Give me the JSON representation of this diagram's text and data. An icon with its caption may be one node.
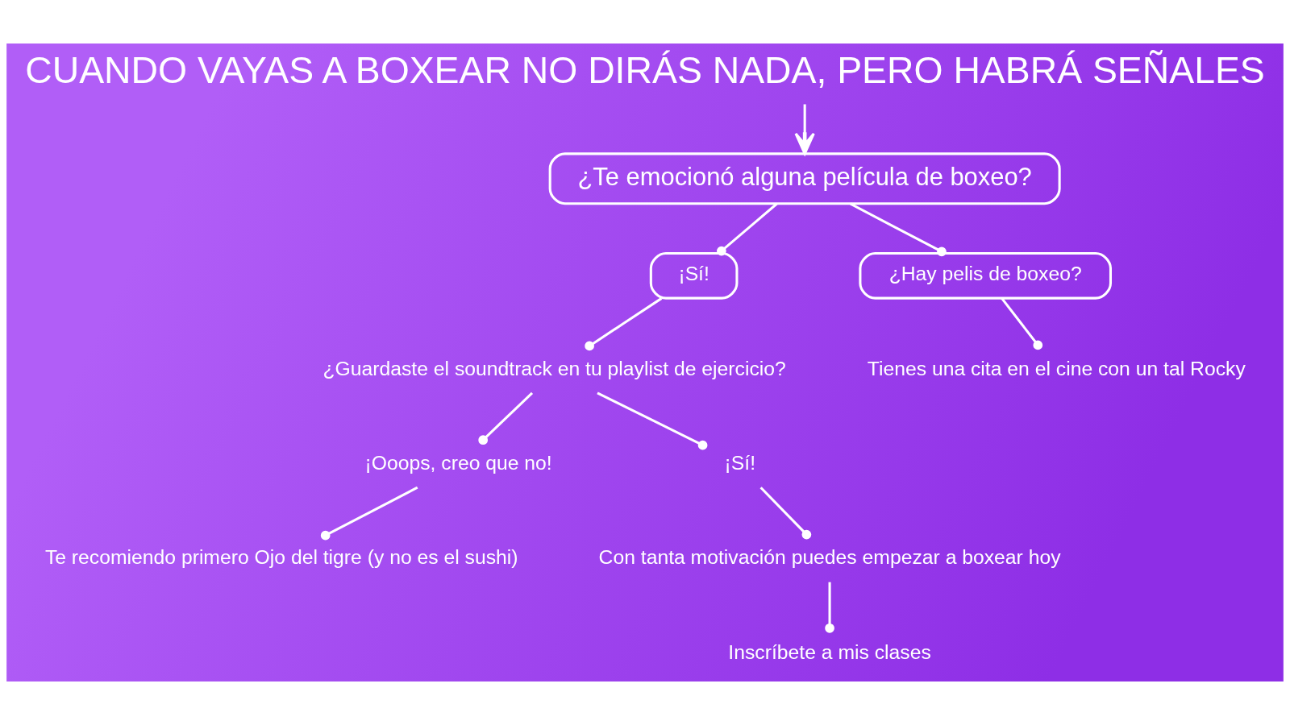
{
  "diagram": {
    "title": "CUANDO VAYAS A BOXEAR NO DIRÁS NADA, PERO HABRÁ SEÑALES",
    "nodes": [
      {
        "text": [
          "¿Te emocionó alguna película de boxeo?"
        ]
      },
      {
        "text": [
          "¡Sí!"
        ]
      },
      {
        "text": [
          "¿Hay pelis de boxeo?"
        ]
      },
      {
        "text": [
          "¿Guardaste el soundtrack en tu playlist de ejercicio?"
        ]
      },
      {
        "text": [
          "Tienes una cita en el cine con un tal Rocky"
        ]
      },
      {
        "text": [
          "¡Ooops, creo que no!"
        ]
      },
      {
        "text": [
          "¡Sí!"
        ]
      },
      {
        "text": [
          "Te recomiendo primero Ojo del tigre (y no es el sushi)"
        ]
      },
      {
        "text": [
          "Con tanta motivación puedes empezar a boxear hoy"
        ]
      },
      {
        "text": [
          "Inscríbete a mis clases"
        ]
      }
    ],
    "edges": [
      {
        "from": null,
        "to": 0,
        "arrow": "to"
      },
      {
        "from": 0,
        "to": 1,
        "arrow": "other"
      },
      {
        "from": 0,
        "to": 2,
        "arrow": "other"
      },
      {
        "from": 1,
        "to": 3,
        "arrow": "other"
      },
      {
        "from": 2,
        "to": 4,
        "arrow": "other"
      },
      {
        "from": 3,
        "to": 5,
        "arrow": "other"
      },
      {
        "from": 3,
        "to": 6,
        "arrow": "other"
      },
      {
        "from": 5,
        "to": 7,
        "arrow": "other"
      },
      {
        "from": 6,
        "to": 8,
        "arrow": "other"
      },
      {
        "from": 8,
        "to": 9,
        "arrow": "other"
      }
    ]
  }
}
